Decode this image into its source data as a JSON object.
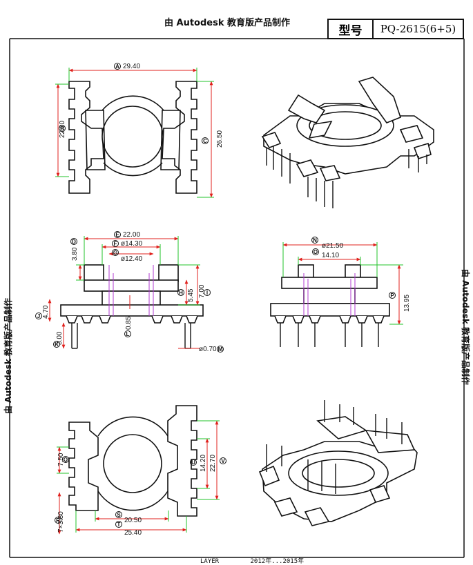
{
  "stamp_text": "由 Autodesk 教育版产品制作",
  "title_block": {
    "label": "型号",
    "value": "PQ-2615(6+5)"
  },
  "bottom_strip": {
    "left": "LAYER",
    "right": "2012年...2015年"
  },
  "dimensions": {
    "top_width": {
      "tag": "A",
      "value": "29.40"
    },
    "top_height": {
      "tag": "B",
      "value": "22.00"
    },
    "top_right_h": {
      "tag": "C",
      "value": "26.50"
    },
    "side_width": {
      "tag": "E",
      "value": "22.00"
    },
    "side_d1": {
      "tag": "F",
      "value": "ø14.30"
    },
    "side_d2": {
      "tag": "G",
      "value": "ø12.40"
    },
    "side_top": {
      "tag": "D",
      "value": "3.80"
    },
    "side_h1": {
      "tag": "H",
      "value": "5.45"
    },
    "side_h2": {
      "tag": "I",
      "value": "7.00"
    },
    "side_base": {
      "tag": "J",
      "value": "4.70"
    },
    "side_pin_len": {
      "tag": "K",
      "value": "3.00"
    },
    "side_wall": {
      "tag": "L",
      "value": "0.85"
    },
    "side_pin_d": {
      "tag": "M",
      "value": "ø0.70"
    },
    "front_d": {
      "tag": "N",
      "value": "ø21.50"
    },
    "front_inner": {
      "tag": "O",
      "value": "14.10"
    },
    "front_h": {
      "tag": "P",
      "value": "13.95"
    },
    "bot_pitch": {
      "tag": "Q",
      "value": "7.50"
    },
    "bot_inner_h": {
      "tag": "U",
      "value": "14.20"
    },
    "bot_outer_h": {
      "tag": "V",
      "value": "22.70"
    },
    "bot_pin_pitch": {
      "tag": "R",
      "value": "7×3.80"
    },
    "bot_inner_w": {
      "tag": "S",
      "value": "20.50"
    },
    "bot_outer_w": {
      "tag": "T",
      "value": "25.40"
    }
  },
  "colors": {
    "dimension": "#e0201c",
    "extension": "#22c32a",
    "hidden": "#b03ad0",
    "outline": "#111111"
  }
}
